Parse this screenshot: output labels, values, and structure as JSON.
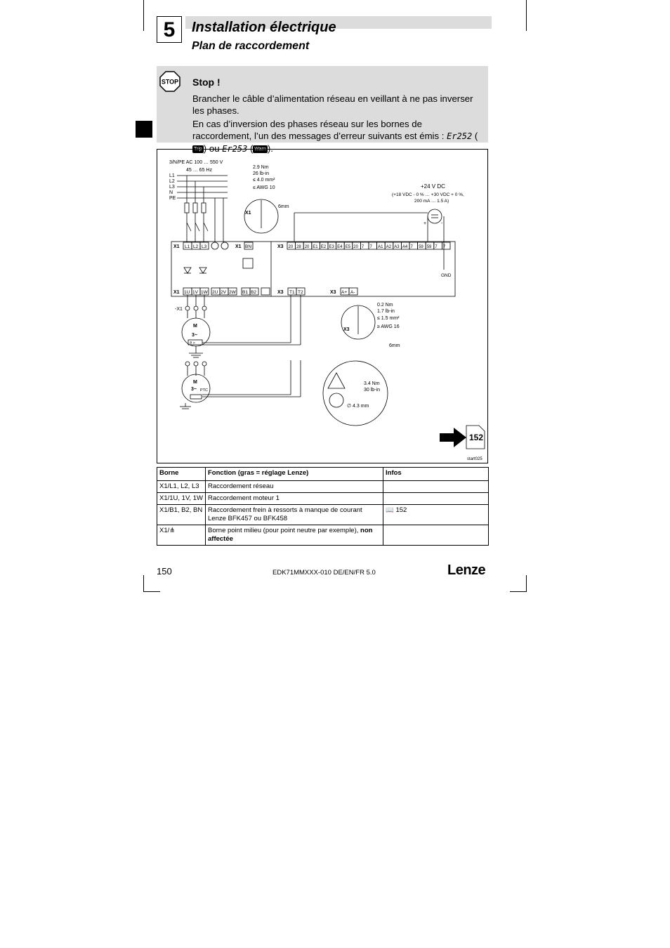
{
  "header": {
    "chapter": "5",
    "title": "Installation électrique",
    "subtitle": "Plan de raccordement"
  },
  "stop": {
    "icon_label": "STOP",
    "title": "Stop !",
    "para1": "Brancher le câble d’alimentation réseau en veillant à ne pas inverser les phases.",
    "para2_start": "En cas d’inversion des phases réseau sur les bornes de raccordement, l’un des messages d’erreur suivants est émis :",
    "err1": "Er252",
    "badge1": "Trip",
    "mid": "ou",
    "err2": "Er253",
    "badge2": "Warn"
  },
  "diagram": {
    "supply": "3/N/PE AC 100 … 550 V",
    "freq": "45 … 65 Hz",
    "phases": [
      "L1",
      "L2",
      "L3",
      "N",
      "PE"
    ],
    "torque_x1": [
      "2.9 Nm",
      "26 lb-in",
      "≤ 4.0 mm²",
      "≤ AWG 10"
    ],
    "strip_x1": "6mm",
    "x1": "X1",
    "x3": "X3",
    "dc_title": "+24 V DC",
    "dc_spec1": "(+18 VDC - 0 % … +30 VDC + 0 %,",
    "dc_spec2": "200 mA … 1.5 A)",
    "plus": "+",
    "minus": "-",
    "gnd": "GND",
    "x1_top_terms": [
      "L1",
      "L2",
      "L3"
    ],
    "bn": "BN",
    "x3_top_terms": [
      "20",
      "28",
      "20",
      "E1",
      "E2",
      "E3",
      "E4",
      "E5",
      "20",
      "7",
      "7",
      "A1",
      "A2",
      "A3",
      "A4",
      "7",
      "59",
      "59",
      "7",
      "7"
    ],
    "x1_bot_terms": [
      "1U",
      "1V",
      "1W",
      "2U",
      "2V",
      "2W",
      "B1",
      "B2"
    ],
    "x3_bot_terms": [
      "T1",
      "T2"
    ],
    "x3_ab_terms": [
      "A+",
      "A-"
    ],
    "motor_x1": "-X1",
    "motor_m": "M",
    "motor_phase": "3~",
    "theta": "ϑ >",
    "ptc": "PTC",
    "torque_x3": [
      "0.2 Nm",
      "1.7 lb-in",
      "≤ 1.5 mm²",
      "≥ AWG 16"
    ],
    "strip_x3": "6mm",
    "pe_torque": [
      "3.4 Nm",
      "30 lb-in"
    ],
    "pe_dia": "∅ 4.3 mm",
    "ref_page": "152",
    "figure_id": "start025"
  },
  "table": {
    "headers": [
      "Borne",
      "Fonction (gras = réglage Lenze)",
      "Infos"
    ],
    "rows": [
      {
        "borne": "X1/L1, L2, L3",
        "fonction": "Raccordement réseau",
        "infos": ""
      },
      {
        "borne": "X1/1U, 1V, 1W",
        "fonction": "Raccordement moteur 1",
        "infos": ""
      },
      {
        "borne": "X1/B1, B2, BN",
        "fonction": "Raccordement frein à ressorts à manque de courant Lenze BFK457 ou BFK458",
        "infos": "152"
      },
      {
        "borne": "X1/",
        "fonction": "Borne point milieu (pour point neutre par exemple),",
        "fonction_bold": "non affectée",
        "infos": ""
      }
    ]
  },
  "footer": {
    "page": "150",
    "docref": "EDK71MMXXX-010 DE/EN/FR 5.0",
    "logo": "Lenze"
  }
}
